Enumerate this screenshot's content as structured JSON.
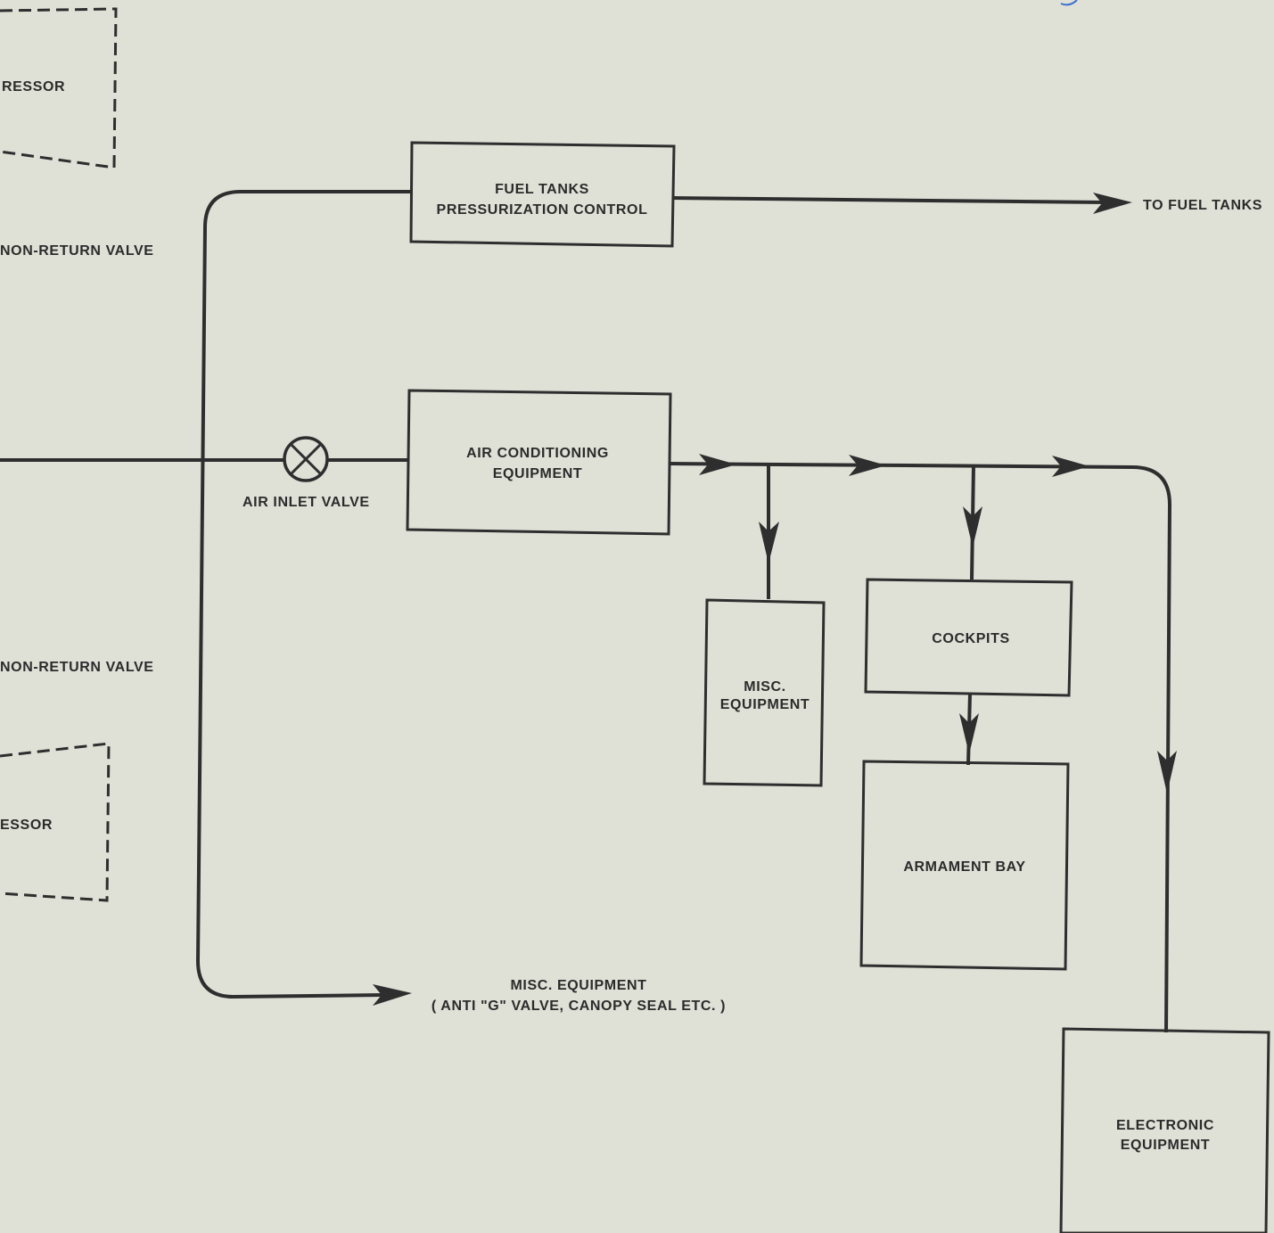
{
  "compressor_upper": {
    "label": "RESSOR"
  },
  "compressor_lower": {
    "label": "ESSOR"
  },
  "valves": {
    "non_return_upper": "NON-RETURN VALVE",
    "non_return_lower": "NON-RETURN VALVE",
    "air_inlet": "AIR INLET VALVE"
  },
  "boxes": {
    "fuel_tanks_control": {
      "line1": "FUEL TANKS",
      "line2": "PRESSURIZATION CONTROL"
    },
    "air_conditioning": {
      "line1": "AIR CONDITIONING",
      "line2": "EQUIPMENT"
    },
    "misc_equipment": {
      "line1": "MISC.",
      "line2": "EQUIPMENT"
    },
    "cockpits": {
      "label": "COCKPITS"
    },
    "armament_bay": {
      "label": "ARMAMENT BAY"
    },
    "electronic_equipment": {
      "line1": "ELECTRONIC",
      "line2": "EQUIPMENT"
    }
  },
  "outputs": {
    "to_fuel_tanks": "TO FUEL TANKS",
    "misc_equipment_line1": "MISC. EQUIPMENT",
    "misc_equipment_line2": "( ANTI \"G\" VALVE, CANOPY SEAL ETC. )"
  }
}
